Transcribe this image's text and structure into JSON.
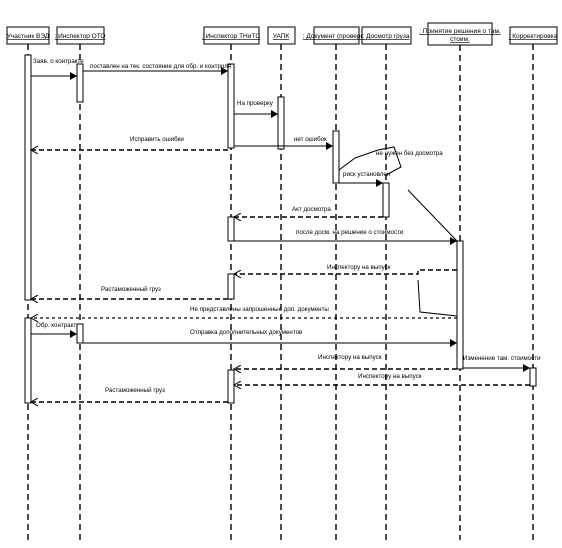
{
  "participants": [
    {
      "id": "p1",
      "label": "Участник ВЭД"
    },
    {
      "id": "p2",
      "label": ": Инспектор ОТО"
    },
    {
      "id": "p3",
      "label": ": Инспектор ТНиТС"
    },
    {
      "id": "p4",
      "label": "УАПК"
    },
    {
      "id": "p5",
      "label": ": Документ (проверка)"
    },
    {
      "id": "p6",
      "label": ": Досмотр груза"
    },
    {
      "id": "p7",
      "label_lines": [
        ": Принятие решения о там.",
        "стоим."
      ]
    },
    {
      "id": "p8",
      "label": ": Корректировка"
    }
  ],
  "messages": [
    {
      "id": "m1",
      "label": "Заяв. о контракте"
    },
    {
      "id": "m2",
      "label": "поставлен на тек. состояние для обр. и контроля"
    },
    {
      "id": "m3",
      "label": "На проверку"
    },
    {
      "id": "m4",
      "label": "Исправить ошибки"
    },
    {
      "id": "m5",
      "label": "нет ошибок"
    },
    {
      "id": "m6",
      "label": "не нужен без досмотра"
    },
    {
      "id": "m7",
      "label": "риск установлен"
    },
    {
      "id": "m8",
      "label": "Акт досмотра"
    },
    {
      "id": "m9",
      "label": "после досм. на решение о стоимости"
    },
    {
      "id": "m10",
      "label": "Инспектору на выпуск"
    },
    {
      "id": "m11",
      "label": "Растаможенный груз"
    },
    {
      "id": "m12",
      "label": "Не представлены запрошенные доп. документы"
    },
    {
      "id": "m13",
      "label": "Обр. контракт"
    },
    {
      "id": "m14",
      "label": "Отправка дополнительных документов"
    },
    {
      "id": "m15",
      "label": "Инспектору на выпуск"
    },
    {
      "id": "m16",
      "label": "Изменение там. стоимости"
    },
    {
      "id": "m17",
      "label": "Инспектору на выпуск"
    },
    {
      "id": "m18",
      "label": "Растаможенный груз"
    }
  ]
}
